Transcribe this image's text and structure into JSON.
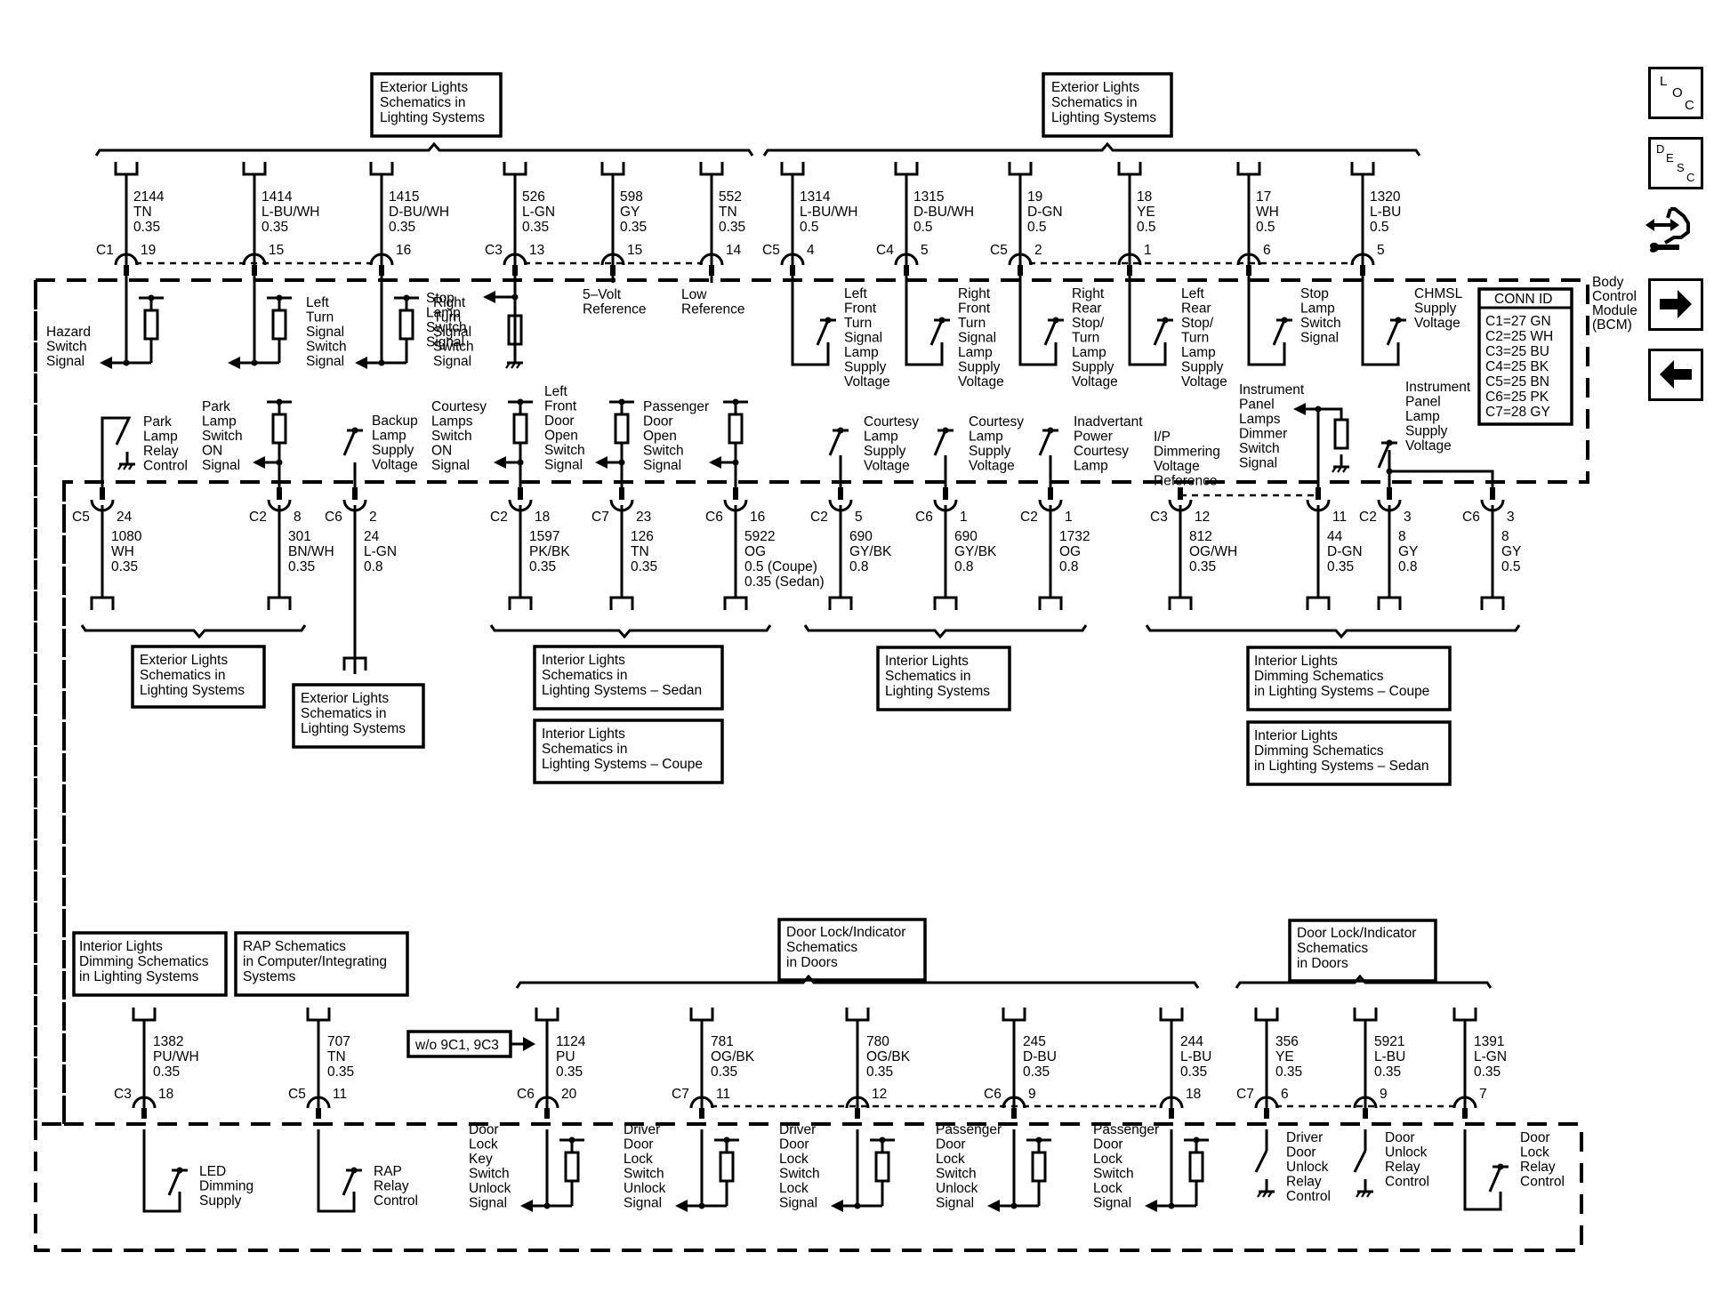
{
  "module": {
    "name": "Body Control Module (BCM)",
    "label_lines": [
      "Body",
      "Control",
      "Module",
      "(BCM)"
    ]
  },
  "conn_id": {
    "title": "CONN ID",
    "rows": [
      "C1=27 GN",
      "C2=25 WH",
      "C3=25 BU",
      "C4=25 BK",
      "C5=25 BN",
      "C6=25 PK",
      "C7=28 GY"
    ]
  },
  "nav_icons": [
    {
      "name": "loc-icon",
      "letters": [
        "L",
        "O",
        "C"
      ]
    },
    {
      "name": "desc-icon",
      "letters": [
        "D",
        "E",
        "S",
        "C"
      ]
    },
    {
      "name": "component-handling-icon"
    },
    {
      "name": "next-page-arrow-icon",
      "glyph": "→"
    },
    {
      "name": "previous-page-arrow-icon",
      "glyph": "←"
    }
  ],
  "reference_boxes": {
    "top_left": [
      "Exterior Lights",
      "Schematics in",
      "Lighting Systems"
    ],
    "top_right": [
      "Exterior Lights",
      "Schematics in",
      "Lighting Systems"
    ],
    "mid_ext_1": [
      "Exterior Lights",
      "Schematics in",
      "Lighting Systems"
    ],
    "mid_ext_2": [
      "Exterior Lights",
      "Schematics in",
      "Lighting Systems"
    ],
    "mid_int_sedan": [
      "Interior Lights",
      "Schematics in",
      "Lighting Systems – Sedan"
    ],
    "mid_int_coupe": [
      "Interior Lights",
      "Schematics in",
      "Lighting Systems – Coupe"
    ],
    "mid_int": [
      "Interior Lights",
      "Schematics in",
      "Lighting Systems"
    ],
    "mid_dim_coupe": [
      "Interior Lights",
      "Dimming Schematics",
      "in Lighting Systems – Coupe"
    ],
    "mid_dim_sedan": [
      "Interior Lights",
      "Dimming Schematics",
      "in Lighting Systems – Sedan"
    ],
    "bot_dim": [
      "Interior Lights",
      "Dimming Schematics",
      "in Lighting Systems"
    ],
    "bot_rap": [
      "RAP Schematics",
      "in Computer/Integrating",
      "Systems"
    ],
    "bot_door_1": [
      "Door Lock/Indicator",
      "Schematics",
      "in Doors"
    ],
    "bot_door_2": [
      "Door Lock/Indicator",
      "Schematics",
      "in Doors"
    ]
  },
  "option_note": "w/o 9C1, 9C3",
  "top_circuits": [
    {
      "conn": "C1",
      "pin": "19",
      "circuit": "2144",
      "color": "TN",
      "size": "0.35",
      "label": [
        "Hazard",
        "Switch",
        "Signal"
      ]
    },
    {
      "conn": "",
      "pin": "15",
      "circuit": "1414",
      "color": "L-BU/WH",
      "size": "0.35",
      "label": [
        "Left",
        "Turn",
        "Signal",
        "Switch",
        "Signal"
      ]
    },
    {
      "conn": "",
      "pin": "16",
      "circuit": "1415",
      "color": "D-BU/WH",
      "size": "0.35",
      "label": [
        "Right",
        "Turn",
        "Signal",
        "Switch",
        "Signal"
      ]
    },
    {
      "conn": "C3",
      "pin": "13",
      "circuit": "526",
      "color": "L-GN",
      "size": "0.35",
      "label": [
        "Stop",
        "Lamp",
        "Switch",
        "Signal"
      ]
    },
    {
      "conn": "",
      "pin": "15",
      "circuit": "598",
      "color": "GY",
      "size": "0.35",
      "label": [
        "5–Volt",
        "Reference"
      ]
    },
    {
      "conn": "",
      "pin": "14",
      "circuit": "552",
      "color": "TN",
      "size": "0.35",
      "label": [
        "Low",
        "Reference"
      ]
    },
    {
      "conn": "C5",
      "pin": "4",
      "circuit": "1314",
      "color": "L-BU/WH",
      "size": "0.5",
      "label": [
        "Left",
        "Front",
        "Turn",
        "Signal",
        "Lamp",
        "Supply",
        "Voltage"
      ]
    },
    {
      "conn": "C4",
      "pin": "5",
      "circuit": "1315",
      "color": "D-BU/WH",
      "size": "0.5",
      "label": [
        "Right",
        "Front",
        "Turn",
        "Signal",
        "Lamp",
        "Supply",
        "Voltage"
      ]
    },
    {
      "conn": "C5",
      "pin": "2",
      "circuit": "19",
      "color": "D-GN",
      "size": "0.5",
      "label": [
        "Right",
        "Rear",
        "Stop/",
        "Turn",
        "Lamp",
        "Supply",
        "Voltage"
      ]
    },
    {
      "conn": "",
      "pin": "1",
      "circuit": "18",
      "color": "YE",
      "size": "0.5",
      "label": [
        "Left",
        "Rear",
        "Stop/",
        "Turn",
        "Lamp",
        "Supply",
        "Voltage"
      ]
    },
    {
      "conn": "",
      "pin": "6",
      "circuit": "17",
      "color": "WH",
      "size": "0.5",
      "label": [
        "Stop",
        "Lamp",
        "Switch",
        "Signal"
      ]
    },
    {
      "conn": "",
      "pin": "5",
      "circuit": "1320",
      "color": "L-BU",
      "size": "0.5",
      "label": [
        "CHMSL",
        "Supply",
        "Voltage"
      ]
    }
  ],
  "middle_circuits": [
    {
      "conn": "C5",
      "pin": "24",
      "circuit": "1080",
      "color": "WH",
      "size": "0.35",
      "label": [
        "Park",
        "Lamp",
        "Relay",
        "Control"
      ]
    },
    {
      "conn": "C2",
      "pin": "8",
      "circuit": "301",
      "color": "BN/WH",
      "size": "0.35",
      "label": [
        "Park",
        "Lamp",
        "Switch",
        "ON",
        "Signal"
      ]
    },
    {
      "conn": "C6",
      "pin": "2",
      "circuit": "24",
      "color": "L-GN",
      "size": "0.8",
      "label": [
        "Backup",
        "Lamp",
        "Supply",
        "Voltage"
      ]
    },
    {
      "conn": "C2",
      "pin": "18",
      "circuit": "1597",
      "color": "PK/BK",
      "size": "0.35",
      "label": [
        "Courtesy",
        "Lamps",
        "Switch",
        "ON",
        "Signal"
      ]
    },
    {
      "conn": "C7",
      "pin": "23",
      "circuit": "126",
      "color": "TN",
      "size": "0.35",
      "label": [
        "Left",
        "Front",
        "Door",
        "Open",
        "Switch",
        "Signal"
      ]
    },
    {
      "conn": "C6",
      "pin": "16",
      "circuit": "5922",
      "color": "OG",
      "size": "0.5 (Coupe)",
      "size2": "0.35 (Sedan)",
      "label": [
        "Passenger",
        "Door",
        "Open",
        "Switch",
        "Signal"
      ]
    },
    {
      "conn": "C2",
      "pin": "5",
      "circuit": "690",
      "color": "GY/BK",
      "size": "0.8",
      "label": [
        "Courtesy",
        "Lamp",
        "Supply",
        "Voltage"
      ]
    },
    {
      "conn": "C6",
      "pin": "1",
      "circuit": "690",
      "color": "GY/BK",
      "size": "0.8",
      "label": [
        "Courtesy",
        "Lamp",
        "Supply",
        "Voltage"
      ]
    },
    {
      "conn": "C2",
      "pin": "1",
      "circuit": "1732",
      "color": "OG",
      "size": "0.8",
      "label": [
        "Inadvertant",
        "Power",
        "Courtesy",
        "Lamp"
      ]
    },
    {
      "conn": "C3",
      "pin": "12",
      "circuit": "812",
      "color": "OG/WH",
      "size": "0.35",
      "label": [
        "I/P",
        "Dimmering",
        "Voltage",
        "Reference"
      ]
    },
    {
      "conn": "",
      "pin": "11",
      "circuit": "44",
      "color": "D-GN",
      "size": "0.35",
      "label": [
        "Instrument",
        "Panel",
        "Lamps",
        "Dimmer",
        "Switch",
        "Signal"
      ]
    },
    {
      "conn": "C2",
      "pin": "3",
      "circuit": "8",
      "color": "GY",
      "size": "0.8",
      "label": [
        "Instrument",
        "Panel",
        "Lamp",
        "Supply",
        "Voltage"
      ]
    },
    {
      "conn": "C6",
      "pin": "3",
      "circuit": "8",
      "color": "GY",
      "size": "0.5",
      "label": []
    }
  ],
  "bottom_circuits": [
    {
      "conn": "C3",
      "pin": "18",
      "circuit": "1382",
      "color": "PU/WH",
      "size": "0.35",
      "label": [
        "LED",
        "Dimming",
        "Supply"
      ]
    },
    {
      "conn": "C5",
      "pin": "11",
      "circuit": "707",
      "color": "TN",
      "size": "0.35",
      "label": [
        "RAP",
        "Relay",
        "Control"
      ]
    },
    {
      "conn": "C6",
      "pin": "20",
      "circuit": "1124",
      "color": "PU",
      "size": "0.35",
      "label": [
        "Door",
        "Lock",
        "Key",
        "Switch",
        "Unlock",
        "Signal"
      ]
    },
    {
      "conn": "C7",
      "pin": "11",
      "circuit": "781",
      "color": "OG/BK",
      "size": "0.35",
      "label": [
        "Driver",
        "Door",
        "Lock",
        "Switch",
        "Unlock",
        "Signal"
      ]
    },
    {
      "conn": "",
      "pin": "12",
      "circuit": "780",
      "color": "OG/BK",
      "size": "0.35",
      "label": [
        "Driver",
        "Door",
        "Lock",
        "Switch",
        "Lock",
        "Signal"
      ]
    },
    {
      "conn": "C6",
      "pin": "9",
      "circuit": "245",
      "color": "D-BU",
      "size": "0.35",
      "label": [
        "Passenger",
        "Door",
        "Lock",
        "Switch",
        "Unlock",
        "Signal"
      ]
    },
    {
      "conn": "",
      "pin": "18",
      "circuit": "244",
      "color": "L-BU",
      "size": "0.35",
      "label": [
        "Passenger",
        "Door",
        "Lock",
        "Switch",
        "Lock",
        "Signal"
      ]
    },
    {
      "conn": "C7",
      "pin": "6",
      "circuit": "356",
      "color": "YE",
      "size": "0.35",
      "label": [
        "Driver",
        "Door",
        "Unlock",
        "Relay",
        "Control"
      ]
    },
    {
      "conn": "",
      "pin": "9",
      "circuit": "5921",
      "color": "L-BU",
      "size": "0.35",
      "label": [
        "Door",
        "Unlock",
        "Relay",
        "Control"
      ]
    },
    {
      "conn": "",
      "pin": "7",
      "circuit": "1391",
      "color": "L-GN",
      "size": "0.35",
      "label": [
        "Door",
        "Lock",
        "Relay",
        "Control"
      ]
    }
  ]
}
